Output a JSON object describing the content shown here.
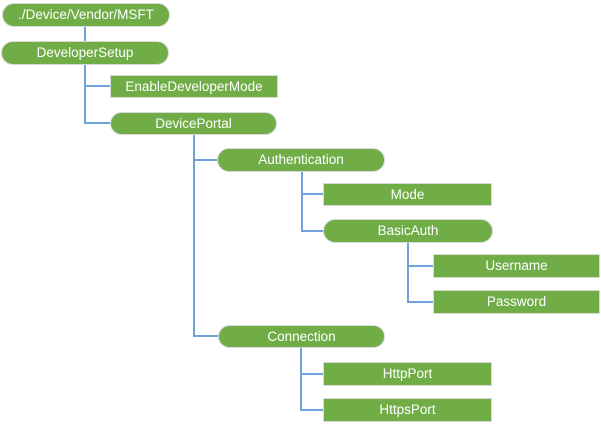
{
  "diagram": {
    "type": "tree-diagram",
    "colors": {
      "node_fill": "#70AD47",
      "node_text": "#ffffff",
      "node_border": "#d9d9d9",
      "connector": "#6FA1DB",
      "background": "#ffffff"
    },
    "nodes": [
      {
        "id": "msft",
        "label": "./Device/Vendor/MSFT",
        "shape": "pill"
      },
      {
        "id": "developer-setup",
        "label": "DeveloperSetup",
        "shape": "pill"
      },
      {
        "id": "enable-developer-mode",
        "label": "EnableDeveloperMode",
        "shape": "rect"
      },
      {
        "id": "device-portal",
        "label": "DevicePortal",
        "shape": "pill"
      },
      {
        "id": "authentication",
        "label": "Authentication",
        "shape": "pill"
      },
      {
        "id": "mode",
        "label": "Mode",
        "shape": "rect"
      },
      {
        "id": "basic-auth",
        "label": "BasicAuth",
        "shape": "pill"
      },
      {
        "id": "username",
        "label": "Username",
        "shape": "rect"
      },
      {
        "id": "password",
        "label": "Password",
        "shape": "rect"
      },
      {
        "id": "connection",
        "label": "Connection",
        "shape": "pill"
      },
      {
        "id": "http-port",
        "label": "HttpPort",
        "shape": "rect"
      },
      {
        "id": "https-port",
        "label": "HttpsPort",
        "shape": "rect"
      }
    ],
    "hierarchy": {
      "label": "./Device/Vendor/MSFT",
      "children": [
        {
          "label": "DeveloperSetup",
          "children": [
            {
              "label": "EnableDeveloperMode"
            },
            {
              "label": "DevicePortal",
              "children": [
                {
                  "label": "Authentication",
                  "children": [
                    {
                      "label": "Mode"
                    },
                    {
                      "label": "BasicAuth",
                      "children": [
                        {
                          "label": "Username"
                        },
                        {
                          "label": "Password"
                        }
                      ]
                    }
                  ]
                },
                {
                  "label": "Connection",
                  "children": [
                    {
                      "label": "HttpPort"
                    },
                    {
                      "label": "HttpsPort"
                    }
                  ]
                }
              ]
            }
          ]
        }
      ]
    }
  }
}
